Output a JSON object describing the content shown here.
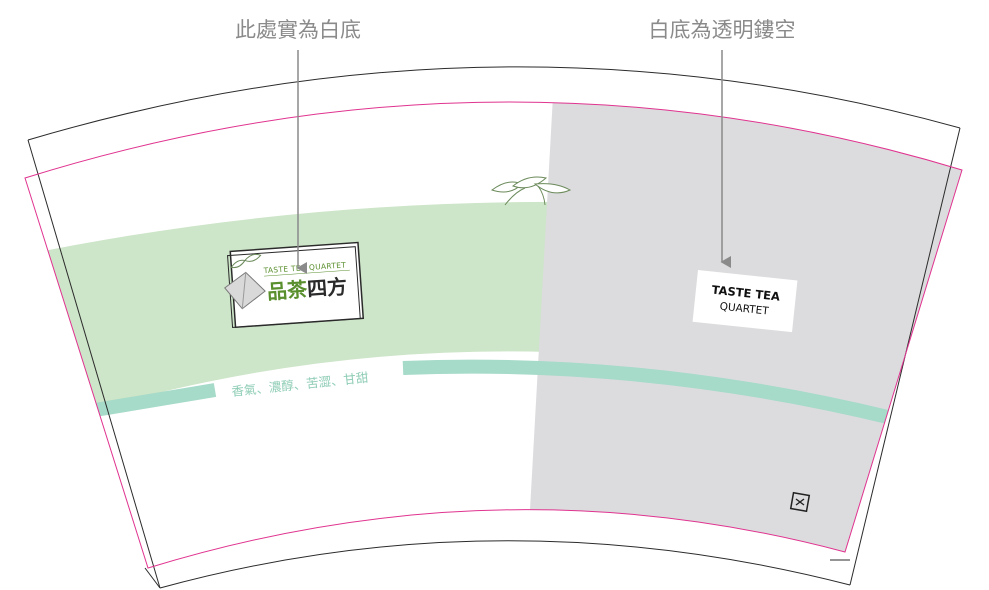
{
  "annotations": {
    "left": "此處實為白底",
    "right": "白底為透明鏤空"
  },
  "logo": {
    "subtitle": "TASTE TEA QUARTET",
    "name_part1": "品",
    "name_part2": "茶",
    "name_part3": "四方"
  },
  "tagline": "香氣、濃醇、苦澀、甘甜",
  "label": {
    "line1": "TASTE TEA",
    "line2": "QUARTET"
  },
  "colors": {
    "green_band": "#cde5c8",
    "teal_stripe": "#a6dac9",
    "transparent_zone": "#dcdcde",
    "bleed_line": "#e0338f",
    "outline": "#2b2b2b",
    "callout": "#8a8a8a",
    "logo_green": "#5a8f2e"
  },
  "icons": {
    "leaves": "tea-leaves-icon",
    "teabag": "tea-bag-icon",
    "recycle": "recycle-symbol-icon"
  }
}
